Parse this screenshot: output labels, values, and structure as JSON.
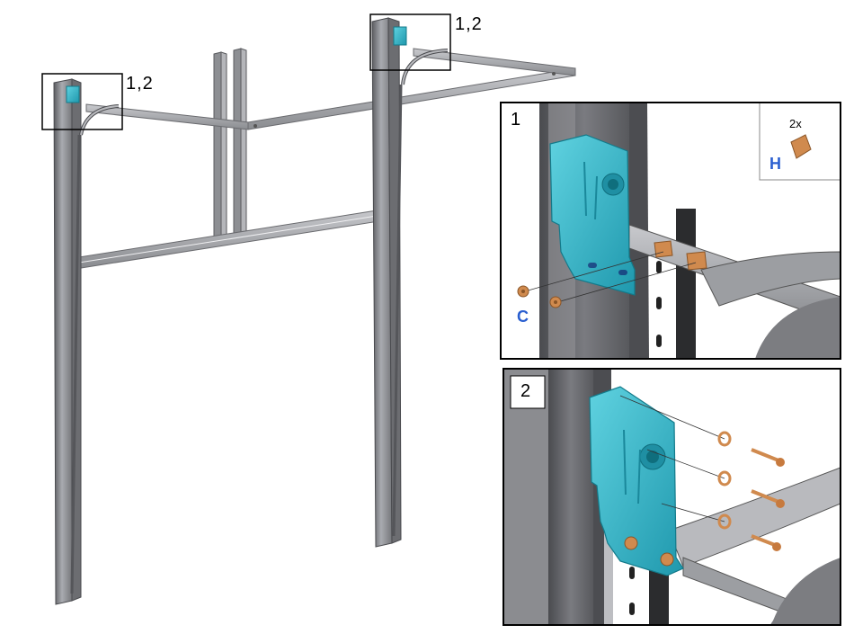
{
  "figure": {
    "callouts": [
      {
        "id": "left-post-top",
        "text": "1,2"
      },
      {
        "id": "right-post-top",
        "text": "1,2"
      }
    ],
    "panel_1": {
      "step": "1",
      "part_letter_nut": "C",
      "part_letter_clip": "H",
      "quantity": "2x"
    },
    "panel_2": {
      "step": "2"
    }
  },
  "colors": {
    "bracket": "#2fb5c9",
    "hardware": "#d08a4e",
    "steel": "#9a9ca2",
    "post_dark": "#6e6f73",
    "label_blue": "#2a5fd0"
  }
}
